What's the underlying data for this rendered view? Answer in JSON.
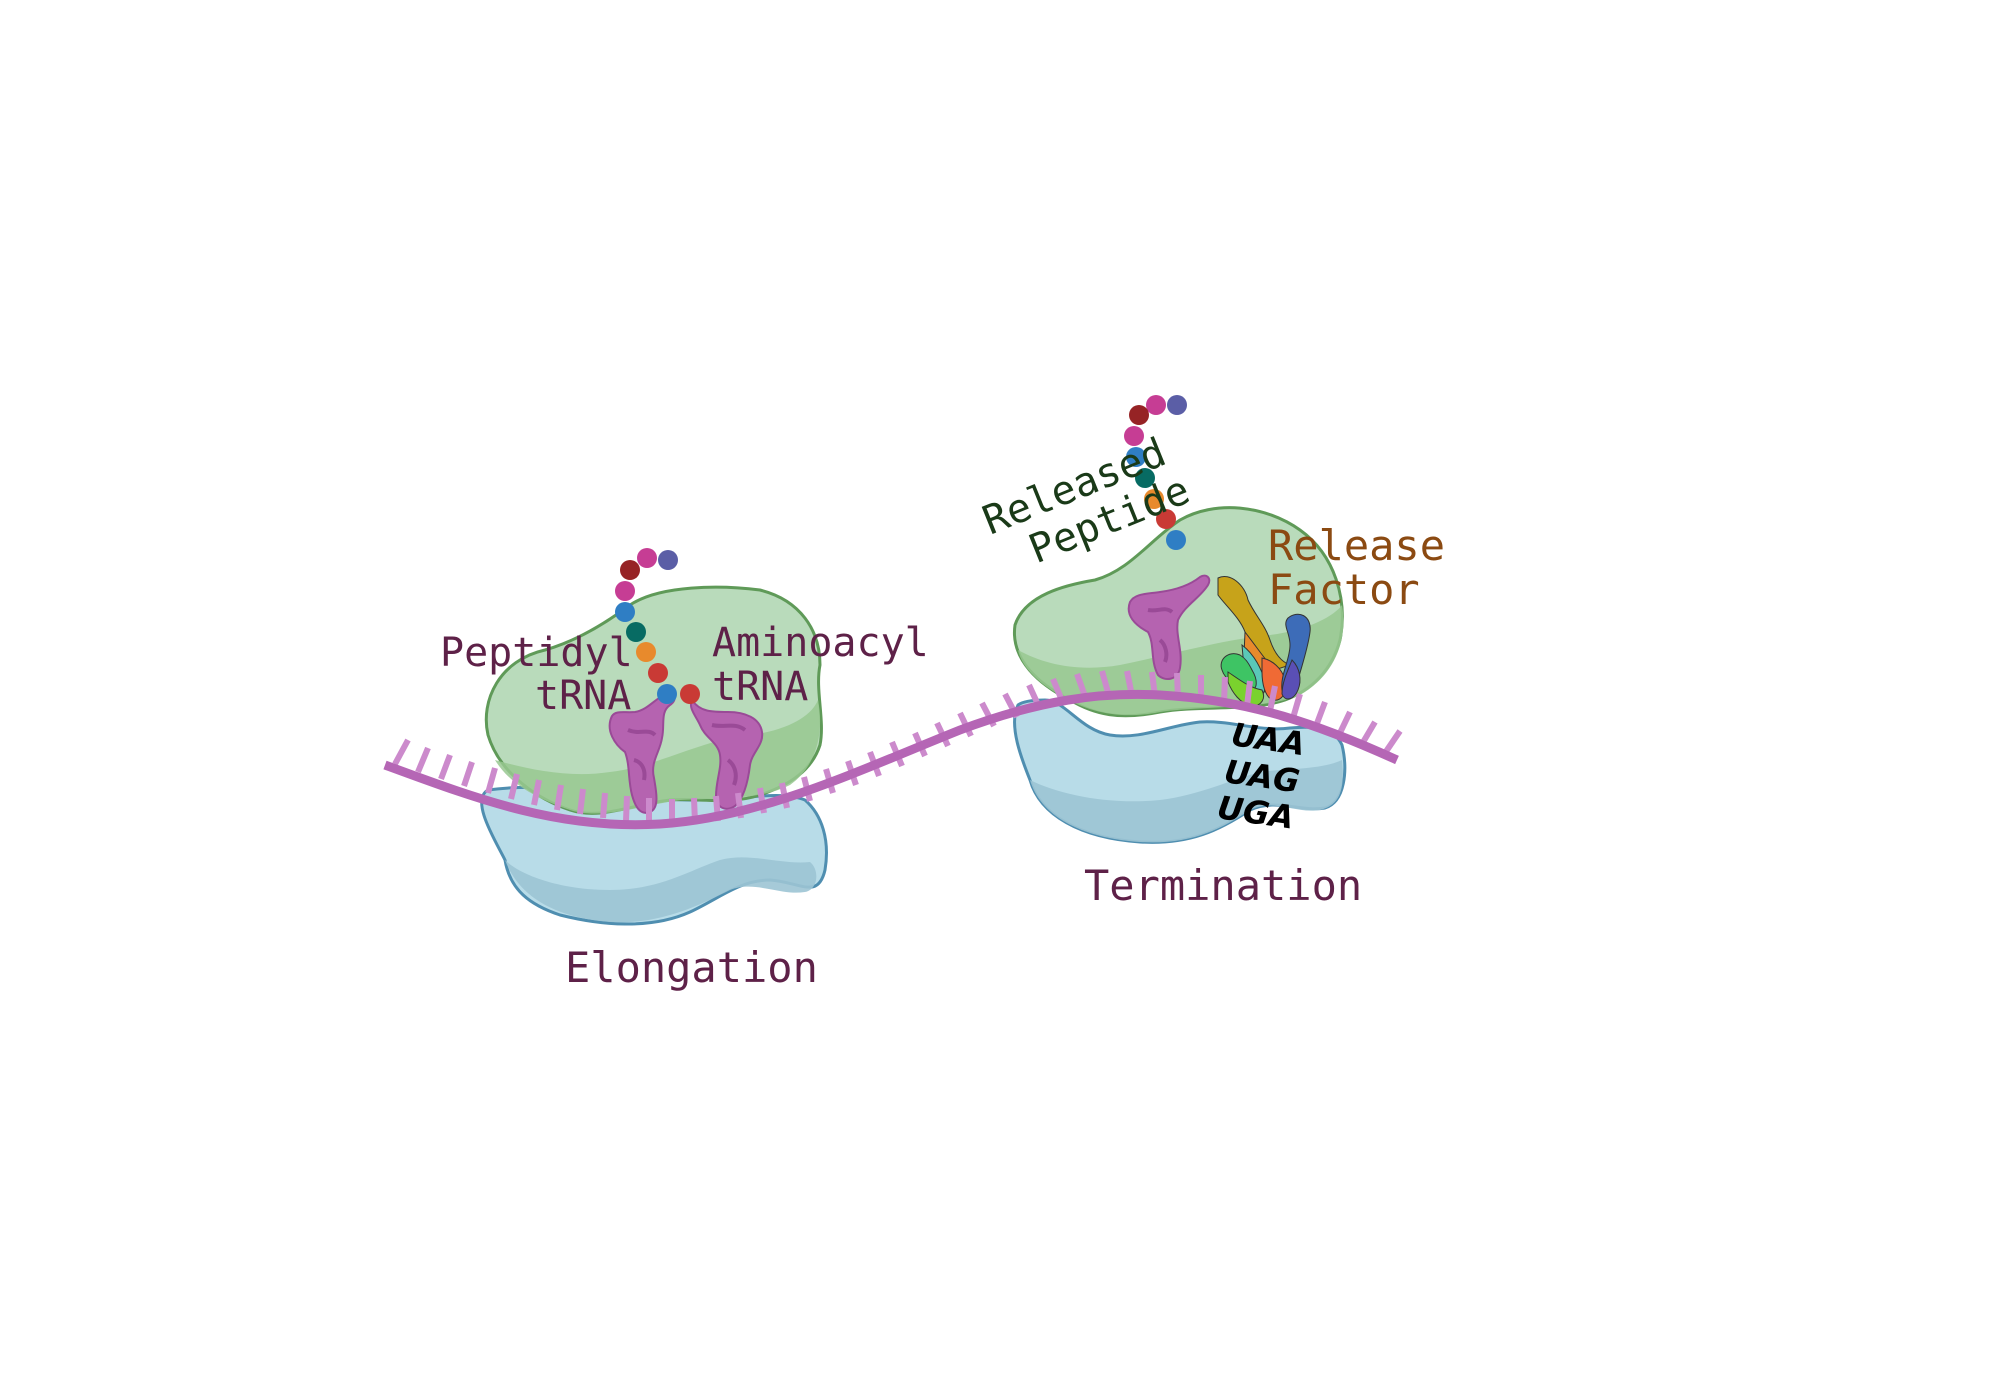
{
  "diagram": {
    "type": "translation-process",
    "stages": [
      {
        "name": "Elongation",
        "label": "Elongation"
      },
      {
        "name": "Termination",
        "label": "Termination"
      }
    ],
    "labels": {
      "peptidyl_line1": "Peptidyl",
      "peptidyl_line2": "tRNA",
      "aminoacyl_line1": "Aminoacyl",
      "aminoacyl_line2": "tRNA",
      "elongation": "Elongation",
      "termination": "Termination",
      "release_factor_line1": "Release",
      "release_factor_line2": "Factor",
      "released_peptide_line1": "Released",
      "released_peptide_line2": "Peptide"
    },
    "stop_codons": [
      "UAA",
      "UAG",
      "UGA"
    ],
    "colors": {
      "large_subunit_fill": "#b9dbbb",
      "large_subunit_shade": "#98c890",
      "large_subunit_stroke": "#5f9a58",
      "small_subunit_fill": "#b8dce8",
      "small_subunit_shade": "#9cc4d4",
      "small_subunit_stroke": "#4f8eb0",
      "mrna": "#b566b5",
      "mrna_bases": "#cc8acc",
      "trna": "#b563b0",
      "trna_dark": "#9a4a97",
      "label_main": "#5e2148",
      "label_release_factor": "#8b4a12",
      "label_released_peptide": "#1a3a18"
    },
    "peptide_chain_colors": [
      "#5b5ea6",
      "#c63d94",
      "#962325",
      "#c63d94",
      "#2f7ec4",
      "#076b63",
      "#e88a2c",
      "#c93a35",
      "#2f7ec4"
    ],
    "aminoacyl_amino_acid_color": "#c93a35"
  }
}
